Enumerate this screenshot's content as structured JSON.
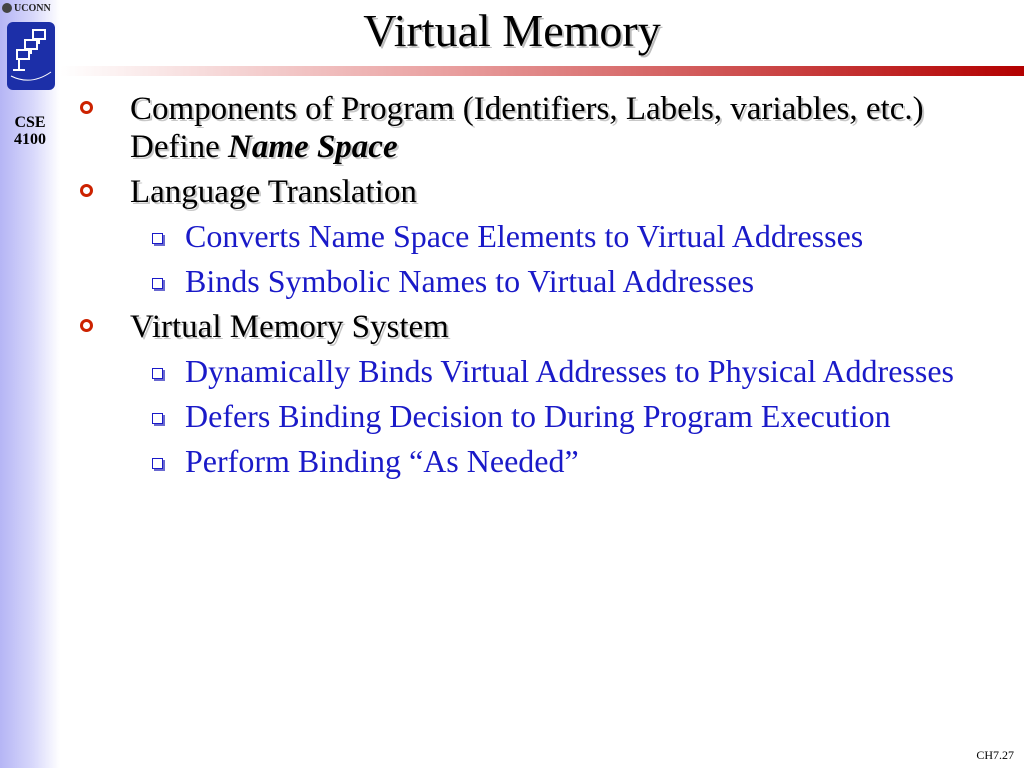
{
  "sidebar": {
    "university": "UCONN",
    "course_line1": "CSE",
    "course_line2": "4100"
  },
  "slide": {
    "title": "Virtual Memory",
    "page_number": "CH7.27",
    "bullets": [
      {
        "text_before": "Components of Program (Identifiers, Labels, variables, etc.) Define ",
        "emphasis": "Name Space",
        "sub": []
      },
      {
        "text": "Language Translation",
        "sub": [
          "Converts Name Space Elements to Virtual Addresses",
          "Binds Symbolic Names to Virtual Addresses"
        ]
      },
      {
        "text": "Virtual Memory System",
        "sub": [
          "Dynamically Binds Virtual Addresses to Physical Addresses",
          "Defers Binding Decision to During Program Execution",
          "Perform Binding “As Needed”"
        ]
      }
    ]
  },
  "colors": {
    "level1_text": "#000000",
    "level1_marker": "#cc2200",
    "level2_text": "#1a1ac8",
    "title_bar_end": "#b30000"
  }
}
